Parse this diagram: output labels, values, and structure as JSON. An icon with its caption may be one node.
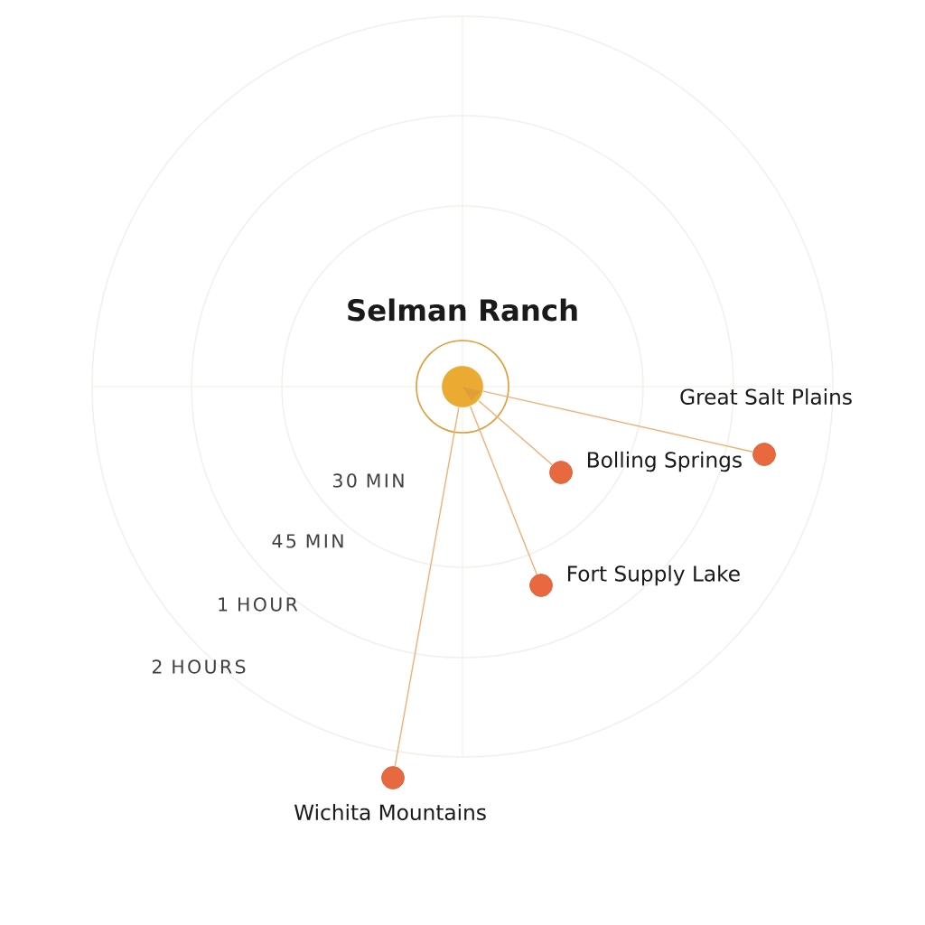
{
  "diagram": {
    "nodes": [
      {
        "text": [
          "Selman Ranch"
        ]
      },
      {
        "text": [],
        "shape": "circle",
        "beside": [
          "Great Salt Plains"
        ]
      },
      {
        "text": [],
        "shape": "circle",
        "beside": [
          "Bolling Springs"
        ]
      },
      {
        "text": [],
        "shape": "circle",
        "beside": [
          "Fort Supply Lake"
        ]
      },
      {
        "text": [],
        "shape": "circle",
        "beside": [
          "Wichita Mountains"
        ]
      }
    ],
    "edges": [
      {
        "from": 0,
        "to": 1,
        "arrow": "none"
      },
      {
        "from": 0,
        "to": 2,
        "arrow": "none"
      },
      {
        "from": 0,
        "to": 3,
        "arrow": "none"
      },
      {
        "from": 0,
        "to": 4,
        "arrow": "none"
      }
    ],
    "labels": [
      "30 MIN",
      "45 MIN",
      "1 HOUR",
      "2 HOURS"
    ]
  }
}
